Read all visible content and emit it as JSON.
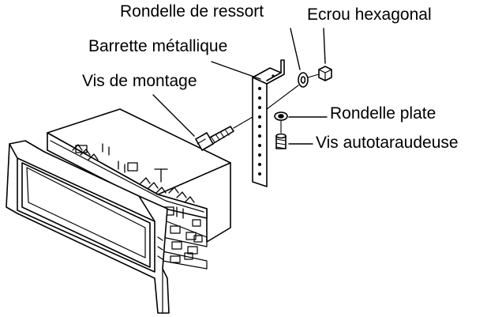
{
  "labels": {
    "spring_washer": "Rondelle de ressort",
    "hex_nut": "Ecrou hexagonal",
    "metal_strap": "Barrette métallique",
    "mounting_screw": "Vis de montage",
    "flat_washer": "Rondelle plate",
    "self_tapping_screw": "Vis autotaraudeuse"
  },
  "colors": {
    "ink": "#000000",
    "paper": "#ffffff"
  }
}
